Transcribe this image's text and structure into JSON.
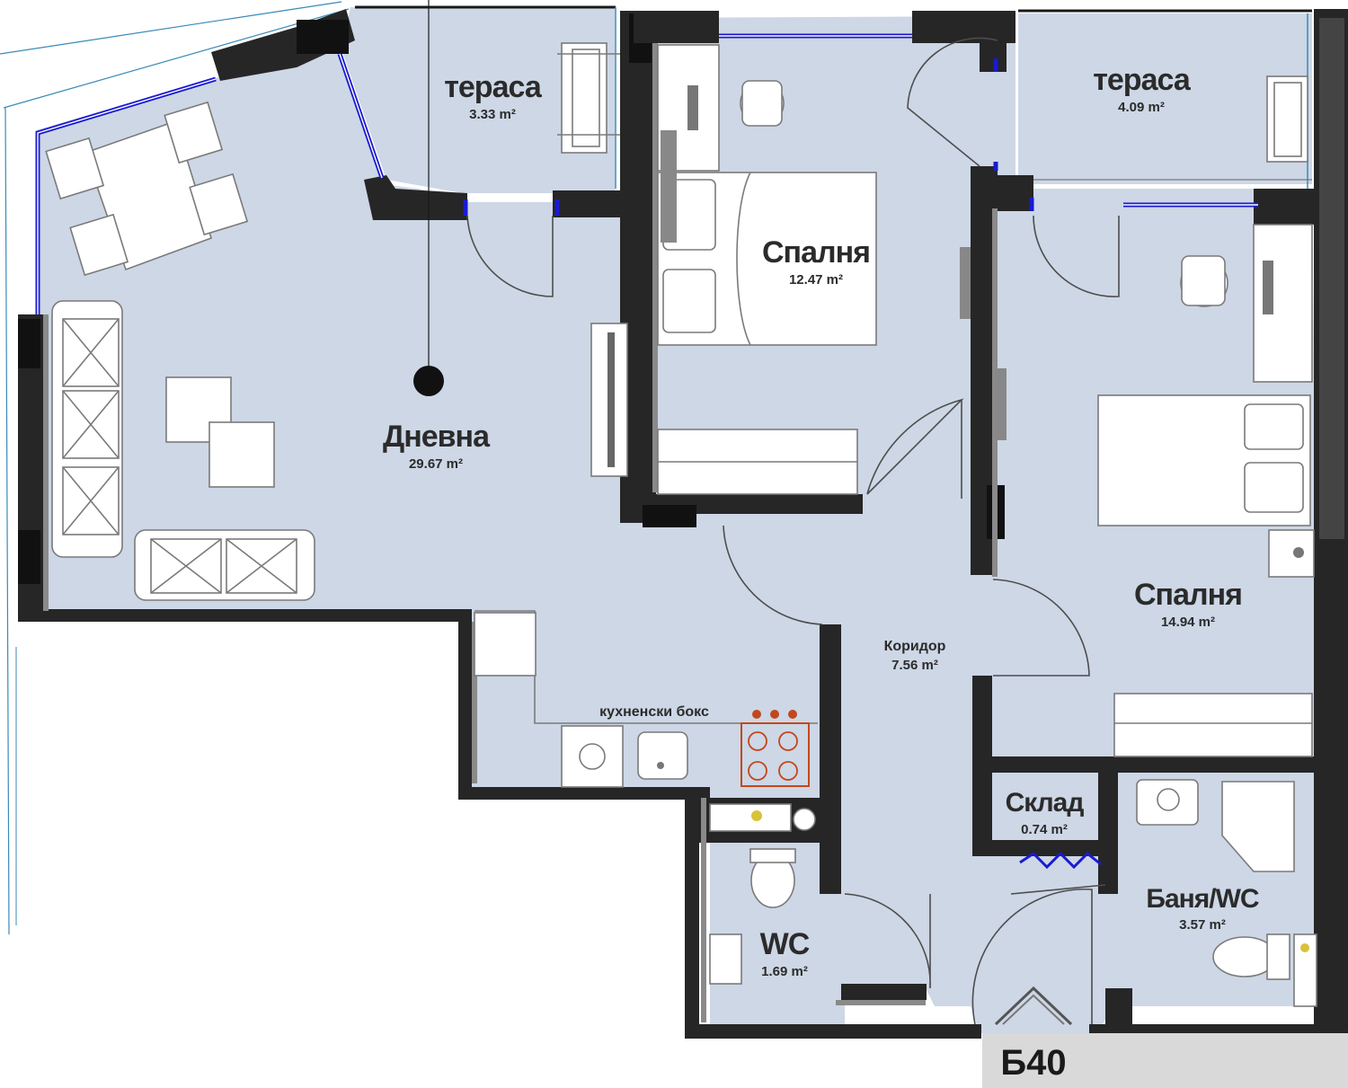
{
  "plan": {
    "unit_label": "Б40",
    "rooms": [
      {
        "id": "living",
        "name": "Дневна",
        "area": "29.67 m²"
      },
      {
        "id": "terrace-1",
        "name": "тераса",
        "area": "3.33 m²"
      },
      {
        "id": "bedroom-1",
        "name": "Спалня",
        "area": "12.47 m²"
      },
      {
        "id": "terrace-2",
        "name": "тераса",
        "area": "4.09 m²"
      },
      {
        "id": "bedroom-2",
        "name": "Спалня",
        "area": "14.94 m²"
      },
      {
        "id": "corridor",
        "name": "Коридор",
        "area": "7.56 m²"
      },
      {
        "id": "kitchen",
        "name": "кухненски бокс",
        "area": ""
      },
      {
        "id": "storage",
        "name": "Склад",
        "area": "0.74 m²"
      },
      {
        "id": "bathroom",
        "name": "Баня/WC",
        "area": "3.57 m²"
      },
      {
        "id": "wc",
        "name": "WC",
        "area": "1.69 m²"
      }
    ]
  },
  "colors": {
    "floor": "#cdd7e6",
    "wall": "#262626",
    "wall_inner": "#8a8a8a",
    "window": "#1a1ad0",
    "kitchen_stove": "#c4471a"
  }
}
